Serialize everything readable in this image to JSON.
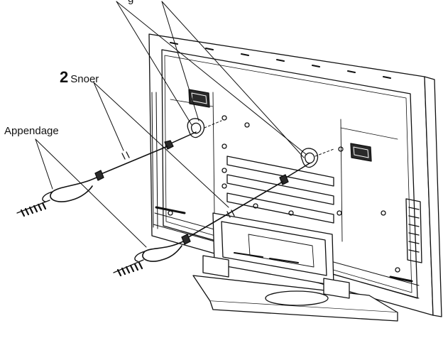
{
  "labels": {
    "top_fragment": "g",
    "cord_number": "2",
    "cord_label": "Snoer",
    "appendage_label": "Appendage"
  },
  "colors": {
    "line": "#111111",
    "fill": "#ffffff",
    "shade": "#2a2a2a"
  }
}
